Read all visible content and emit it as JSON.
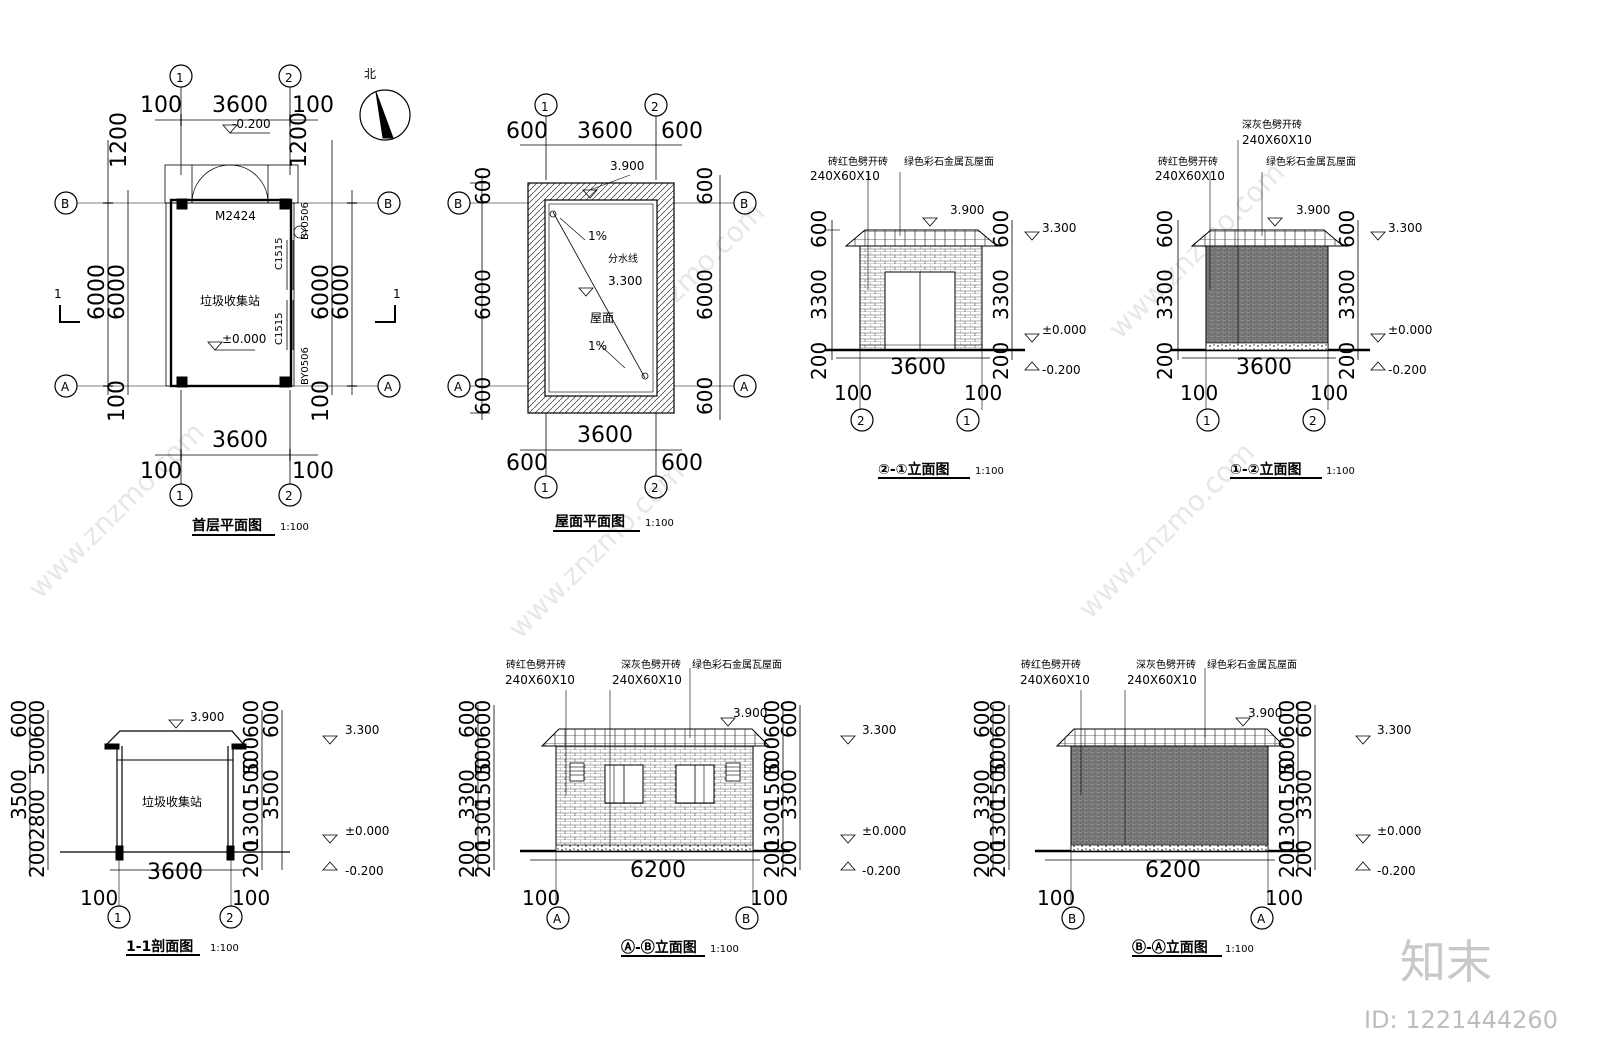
{
  "watermark": {
    "text": "www.znzmo.com",
    "brand": "知末",
    "id": "ID: 1221444260"
  },
  "plan": {
    "title": "首层平面图",
    "scale": "1:100",
    "room": "垃圾收集站",
    "door": "M2424",
    "window_upper": "C1515",
    "window_lower": "C1515",
    "vent_upper": "BY0506",
    "vent_lower": "BY0506",
    "elev_floor": "±0.000",
    "elev_out": "-0.200",
    "north": "北",
    "section_mark": "1",
    "axes": {
      "a1": "1",
      "a2": "2",
      "aA": "A",
      "aB": "B"
    },
    "dims": {
      "span": "3600",
      "side": "100",
      "depth": "6000",
      "canopy": "1200"
    }
  },
  "roof": {
    "title": "屋面平面图",
    "scale": "1:100",
    "elev_top": "3.900",
    "elev_mid": "3.300",
    "slope": "1%",
    "ridge": "分水线",
    "label": "屋面",
    "dims": {
      "span": "3600",
      "eave": "600",
      "depth": "6000"
    }
  },
  "elev21": {
    "title": "②-①立面图",
    "scale": "1:100",
    "brick_note": "砖红色劈开砖",
    "brick_size": "240X60X10",
    "roof_note": "绿色彩石金属瓦屋面",
    "elev_top": "3.900",
    "elev_eave": "3.300",
    "elev_floor": "±0.000",
    "elev_out": "-0.200",
    "dims": {
      "span": "3600",
      "side": "100",
      "roof_h": "600",
      "wall_h": "3300",
      "base": "200"
    },
    "axisL": "2",
    "axisR": "1"
  },
  "elev12": {
    "title": "①-②立面图",
    "scale": "1:100",
    "brick_note": "砖红色劈开砖",
    "brick_size": "240X60X10",
    "grey_note": "深灰色劈开砖",
    "grey_size": "240X60X10",
    "roof_note": "绿色彩石金属瓦屋面",
    "elev_top": "3.900",
    "elev_eave": "3.300",
    "elev_floor": "±0.000",
    "elev_out": "-0.200",
    "dims": {
      "span": "3600",
      "side": "100",
      "roof_h": "600",
      "wall_h": "3300",
      "base": "200"
    },
    "axisL": "1",
    "axisR": "2"
  },
  "section": {
    "title": "1-1剖面图",
    "scale": "1:100",
    "room": "垃圾收集站",
    "elev_top": "3.900",
    "elev_eave": "3.300",
    "elev_floor": "±0.000",
    "elev_out": "-0.200",
    "dims": {
      "span": "3600",
      "side": "100",
      "h600": "600",
      "h500": "500",
      "h2800": "2800",
      "h3500": "3500",
      "h1500": "1500",
      "h1300": "1300",
      "h200": "200"
    },
    "axisL": "1",
    "axisR": "2"
  },
  "elevAB": {
    "title": "Ⓐ-Ⓑ立面图",
    "scale": "1:100",
    "brick_note": "砖红色劈开砖",
    "brick_size": "240X60X10",
    "grey_note": "深灰色劈开砖",
    "grey_size": "240X60X10",
    "roof_note": "绿色彩石金属瓦屋面",
    "elev_top": "3.900",
    "elev_eave": "3.300",
    "elev_floor": "±0.000",
    "elev_out": "-0.200",
    "dims": {
      "span": "6200",
      "side": "100",
      "h600": "600",
      "h500": "500",
      "h1500": "1500",
      "h1300": "1300",
      "h3300": "3300",
      "h200": "200"
    },
    "axisL": "A",
    "axisR": "B"
  },
  "elevBA": {
    "title": "Ⓑ-Ⓐ立面图",
    "scale": "1:100",
    "brick_note": "砖红色劈开砖",
    "brick_size": "240X60X10",
    "grey_note": "深灰色劈开砖",
    "grey_size": "240X60X10",
    "roof_note": "绿色彩石金属瓦屋面",
    "elev_top": "3.900",
    "elev_eave": "3.300",
    "elev_floor": "±0.000",
    "elev_out": "-0.200",
    "dims": {
      "span": "6200",
      "side": "100",
      "h600": "600",
      "h500": "500",
      "h1500": "1500",
      "h1300": "1300",
      "h3300": "3300",
      "h200": "200"
    },
    "axisL": "B",
    "axisR": "A"
  }
}
